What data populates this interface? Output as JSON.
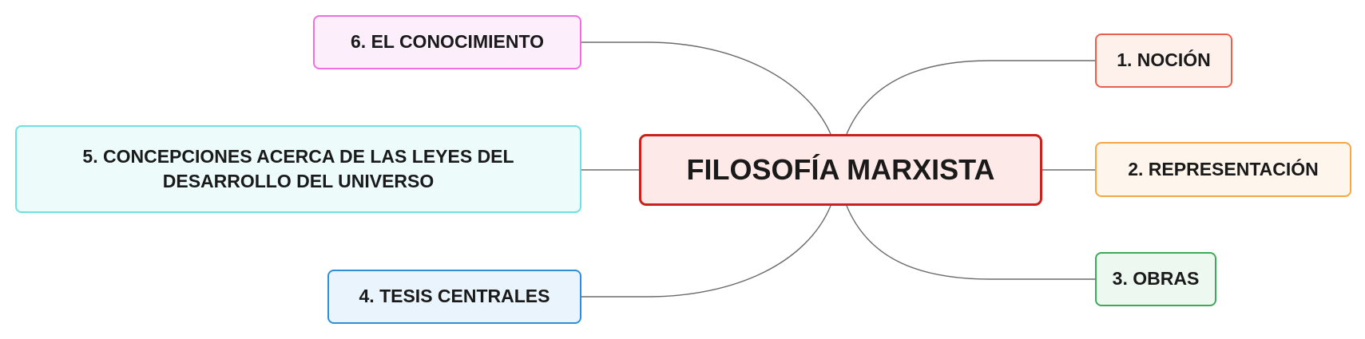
{
  "mindmap": {
    "central": {
      "label": "FILOSOFÍA MARXISTA",
      "border_color": "#c9211e",
      "fill_color": "#fde9e8"
    },
    "branches": [
      {
        "label": "1. NOCIÓN",
        "side": "right",
        "border_color": "#e8604c",
        "fill_color": "#fef0eb"
      },
      {
        "label": "2. REPRESENTACIÓN",
        "side": "right",
        "border_color": "#f4a845",
        "fill_color": "#fef6ec"
      },
      {
        "label": "3. OBRAS",
        "side": "right",
        "border_color": "#3daa5a",
        "fill_color": "#edf8f0"
      },
      {
        "label": "4. TESIS CENTRALES",
        "side": "left",
        "border_color": "#2e8fd6",
        "fill_color": "#eaf4fc"
      },
      {
        "label": "5. CONCEPCIONES ACERCA DE LAS LEYES DEL DESARROLLO DEL UNIVERSO",
        "side": "left",
        "border_color": "#6ee0e0",
        "fill_color": "#edfbfb"
      },
      {
        "label": "6. EL CONOCIMIENTO",
        "side": "left",
        "border_color": "#ef6ee4",
        "fill_color": "#fdeefc"
      }
    ],
    "connector_color": "#6b6b6b"
  }
}
